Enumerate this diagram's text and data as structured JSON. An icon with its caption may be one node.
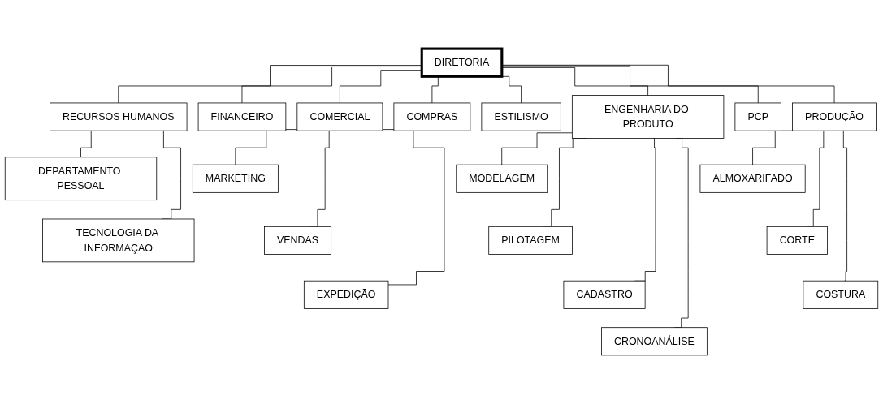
{
  "diagram": {
    "nodes": [
      {
        "text": [
          "DIRETORIA"
        ]
      },
      {
        "text": [
          "RECURSOS HUMANOS"
        ]
      },
      {
        "text": [
          "FINANCEIRO"
        ]
      },
      {
        "text": [
          "COMERCIAL"
        ]
      },
      {
        "text": [
          "COMPRAS"
        ]
      },
      {
        "text": [
          "ESTILISMO"
        ]
      },
      {
        "text": [
          "ENGENHARIA DO PRODUTO"
        ]
      },
      {
        "text": [
          "PCP"
        ]
      },
      {
        "text": [
          "PRODUÇÃO"
        ]
      },
      {
        "text": [
          "DEPARTAMENTO PESSOAL"
        ]
      },
      {
        "text": [
          "TECNOLOGIA DA INFORMAÇÃO"
        ]
      },
      {
        "text": [
          "MARKETING"
        ]
      },
      {
        "text": [
          "VENDAS"
        ]
      },
      {
        "text": [
          "EXPEDIÇÃO"
        ]
      },
      {
        "text": [
          "MODELAGEM"
        ]
      },
      {
        "text": [
          "PILOTAGEM"
        ]
      },
      {
        "text": [
          "CADASTRO"
        ]
      },
      {
        "text": [
          "CRONOANÁLISE"
        ]
      },
      {
        "text": [
          "ALMOXARIFADO"
        ]
      },
      {
        "text": [
          "CORTE"
        ]
      },
      {
        "text": [
          "COSTURA"
        ]
      }
    ],
    "edges": [
      {
        "from": 0,
        "to": 1,
        "arrow": "none"
      },
      {
        "from": 0,
        "to": 2,
        "arrow": "none"
      },
      {
        "from": 0,
        "to": 3,
        "arrow": "none"
      },
      {
        "from": 0,
        "to": 4,
        "arrow": "none"
      },
      {
        "from": 0,
        "to": 5,
        "arrow": "none"
      },
      {
        "from": 0,
        "to": 6,
        "arrow": "none"
      },
      {
        "from": 0,
        "to": 7,
        "arrow": "none"
      },
      {
        "from": 0,
        "to": 8,
        "arrow": "none"
      },
      {
        "from": 1,
        "to": 9,
        "arrow": "none"
      },
      {
        "from": 1,
        "to": 10,
        "arrow": "none"
      },
      {
        "from": 3,
        "to": 11,
        "arrow": "none"
      },
      {
        "from": 3,
        "to": 12,
        "arrow": "none"
      },
      {
        "from": 3,
        "to": 13,
        "arrow": "none"
      },
      {
        "from": 6,
        "to": 14,
        "arrow": "none"
      },
      {
        "from": 6,
        "to": 15,
        "arrow": "none"
      },
      {
        "from": 6,
        "to": 16,
        "arrow": "none"
      },
      {
        "from": 6,
        "to": 17,
        "arrow": "none"
      },
      {
        "from": 8,
        "to": 18,
        "arrow": "none"
      },
      {
        "from": 8,
        "to": 19,
        "arrow": "none"
      },
      {
        "from": 8,
        "to": 20,
        "arrow": "none"
      }
    ]
  }
}
